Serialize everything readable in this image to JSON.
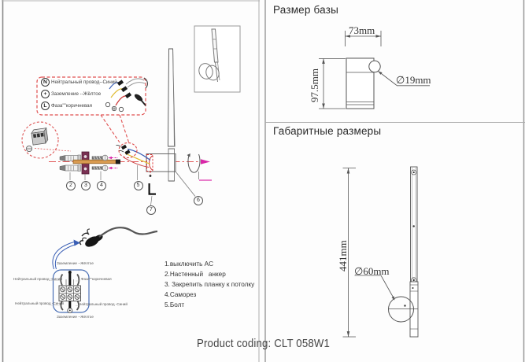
{
  "panels": {
    "base_size": {
      "title": "Размер базы",
      "dimensions": {
        "width": "73mm",
        "height": "97.5mm",
        "knob_diameter": "∅19mm"
      }
    },
    "overall_size": {
      "title": "Габаритные размеры",
      "dimensions": {
        "height": "441mm",
        "head_diameter": "∅60mm"
      }
    }
  },
  "installation": {
    "wiring_legend": {
      "items": [
        {
          "symbol": "N",
          "label": "Нейтральный провод--Синий"
        },
        {
          "symbol": "+",
          "label": "Заземление --Жёлтое"
        },
        {
          "symbol": "L",
          "label": "Фаза\"\"коричневая"
        }
      ]
    },
    "terminal_labels": {
      "top": "Заземление --Жёлтое",
      "left_upper": "Нейтральный провод -Синий",
      "right_upper": "Фаза\"\"коричневая",
      "left_lower": "Нейтральный провод -Синий",
      "right_lower": "Нейтральный провод -Синий",
      "bottom": "Заземление --Жёлтое"
    },
    "callout_numbers": [
      "2",
      "3",
      "4",
      "5",
      "6",
      "7"
    ],
    "steps": [
      "1.выключить AC",
      "2.Настенный   анкер",
      "3. Закрепить планку к потолку",
      "4.Саморез",
      "5.Болт"
    ]
  },
  "footer": {
    "product_coding": "Product coding: CLT 058W1"
  },
  "colors": {
    "callout_red": "#e05050",
    "wire_blue": "#3a5fb5",
    "wire_yellow": "#e0bb30",
    "wire_red": "#cc3333",
    "plate_maroon": "#7a2f52",
    "rod_orange": "#d89a50",
    "arrow_magenta": "#d928a8",
    "line_gray": "#555555",
    "terminal_box_blue": "#4a6fb5"
  }
}
